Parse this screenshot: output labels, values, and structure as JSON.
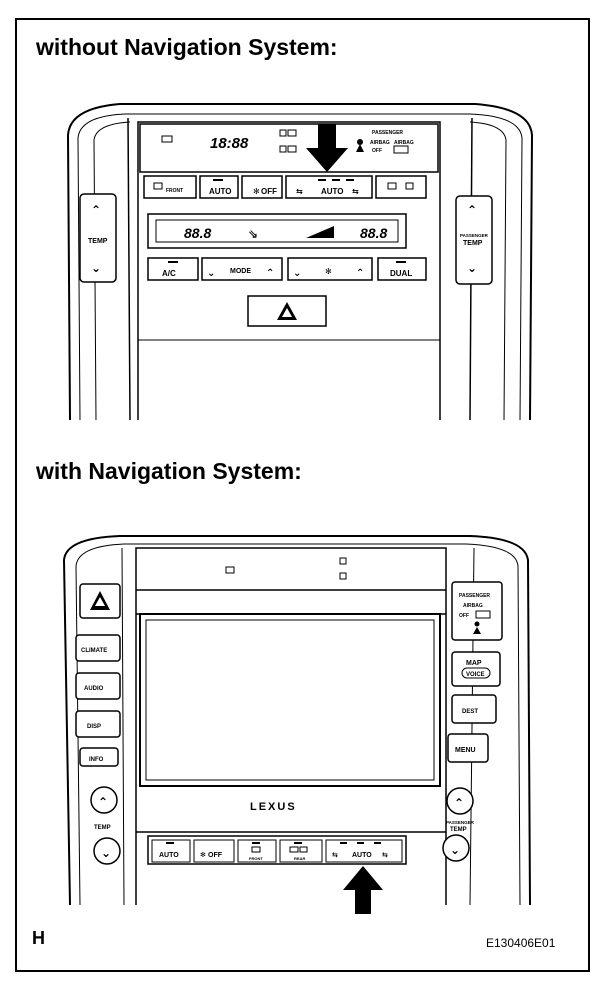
{
  "headings": {
    "without_nav": "without Navigation System:",
    "with_nav": "with Navigation System:"
  },
  "corner_label": "H",
  "figure_id": "E130406E01",
  "top_panel": {
    "clock": "18:88",
    "passenger_airbag": {
      "title": "PASSENGER",
      "line1": "AIRBAG",
      "line2": "AIRBAG",
      "off": "OFF"
    },
    "buttons_row1": {
      "front": "FRONT",
      "auto": "AUTO",
      "off": "OFF",
      "center_auto": "AUTO"
    },
    "display": {
      "left_temp": "88.8",
      "right_temp": "88.8"
    },
    "buttons_row2": {
      "ac": "A/C",
      "mode": "MODE",
      "dual": "DUAL"
    },
    "left_knob_label": "TEMP",
    "right_knob_label": {
      "line1": "PASSENGER",
      "line2": "TEMP"
    }
  },
  "bottom_panel": {
    "left_buttons": [
      "CLIMATE",
      "AUDIO",
      "DISP",
      "INFO"
    ],
    "right_airbag": {
      "line1": "PASSENGER",
      "line2": "AIRBAG",
      "off": "OFF"
    },
    "right_buttons": {
      "map": "MAP",
      "voice": "VOICE",
      "dest": "DEST",
      "menu": "MENU"
    },
    "brand": "LEXUS",
    "left_temp_label": "TEMP",
    "right_temp_label": {
      "line1": "PASSENGER",
      "line2": "TEMP"
    },
    "climate_row": {
      "auto_left": "AUTO",
      "off": "OFF",
      "front": "FRONT",
      "rear": "REAR",
      "auto_right": "AUTO"
    }
  }
}
